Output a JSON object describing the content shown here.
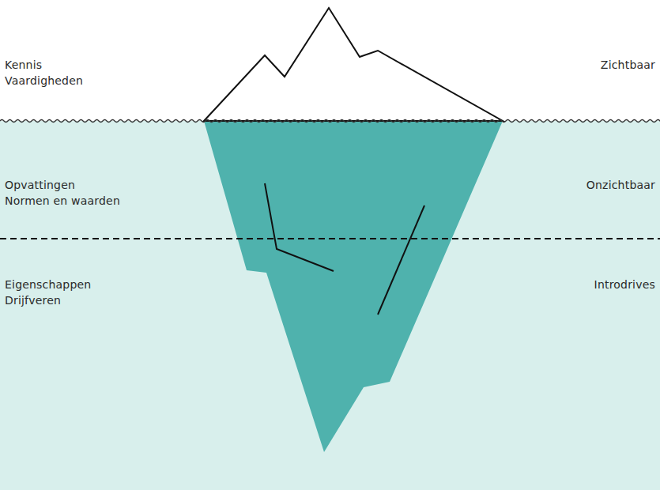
{
  "diagram": {
    "labels": [
      "Kennis",
      "Vaardigheden",
      "Zichtbaar",
      "Opvattingen",
      "Normen en waarden",
      "Onzichtbaar",
      "Eigenschappen",
      "Drijfveren",
      "Introdrives"
    ]
  }
}
